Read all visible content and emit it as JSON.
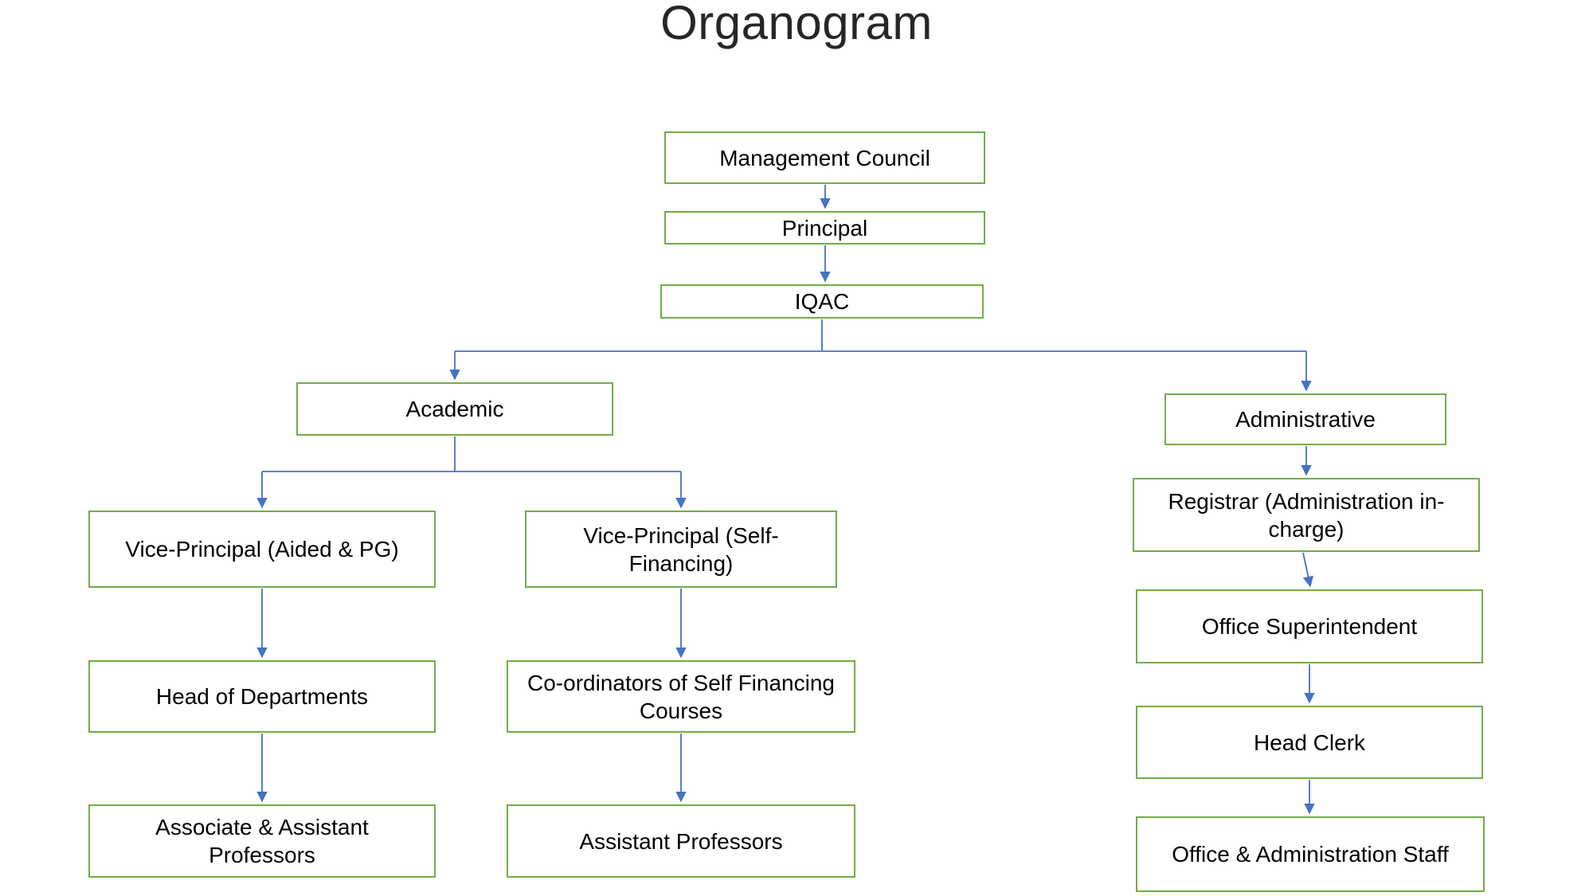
{
  "title": "Organogram",
  "colors": {
    "box_border": "#70AD47",
    "arrow": "#4472C4",
    "text": "#000000",
    "title_text": "#262626"
  },
  "nodes": {
    "management": {
      "label": "Management Council"
    },
    "principal": {
      "label": "Principal"
    },
    "iqac": {
      "label": "IQAC"
    },
    "academic": {
      "label": "Academic"
    },
    "administrative": {
      "label": "Administrative"
    },
    "vp_aided": {
      "label": "Vice-Principal (Aided & PG)"
    },
    "vp_self": {
      "label": "Vice-Principal (Self-Financing)"
    },
    "registrar": {
      "label": "Registrar (Administration in-charge)"
    },
    "hod": {
      "label": "Head of Departments"
    },
    "coordinators": {
      "label": "Co-ordinators of Self Financing Courses"
    },
    "office_superintendent": {
      "label": "Office Superintendent"
    },
    "head_clerk": {
      "label": "Head Clerk"
    },
    "assoc_asst_professors": {
      "label": "Associate & Assistant Professors"
    },
    "asst_professors": {
      "label": "Assistant Professors"
    },
    "office_admin_staff": {
      "label": "Office & Administration Staff"
    }
  },
  "edges": [
    {
      "from": "management",
      "to": "principal"
    },
    {
      "from": "principal",
      "to": "iqac"
    },
    {
      "from": "iqac",
      "to": "academic"
    },
    {
      "from": "iqac",
      "to": "administrative"
    },
    {
      "from": "academic",
      "to": "vp_aided"
    },
    {
      "from": "academic",
      "to": "vp_self"
    },
    {
      "from": "vp_aided",
      "to": "hod"
    },
    {
      "from": "hod",
      "to": "assoc_asst_professors"
    },
    {
      "from": "vp_self",
      "to": "coordinators"
    },
    {
      "from": "coordinators",
      "to": "asst_professors"
    },
    {
      "from": "administrative",
      "to": "registrar"
    },
    {
      "from": "registrar",
      "to": "office_superintendent"
    },
    {
      "from": "office_superintendent",
      "to": "head_clerk"
    },
    {
      "from": "head_clerk",
      "to": "office_admin_staff"
    }
  ]
}
